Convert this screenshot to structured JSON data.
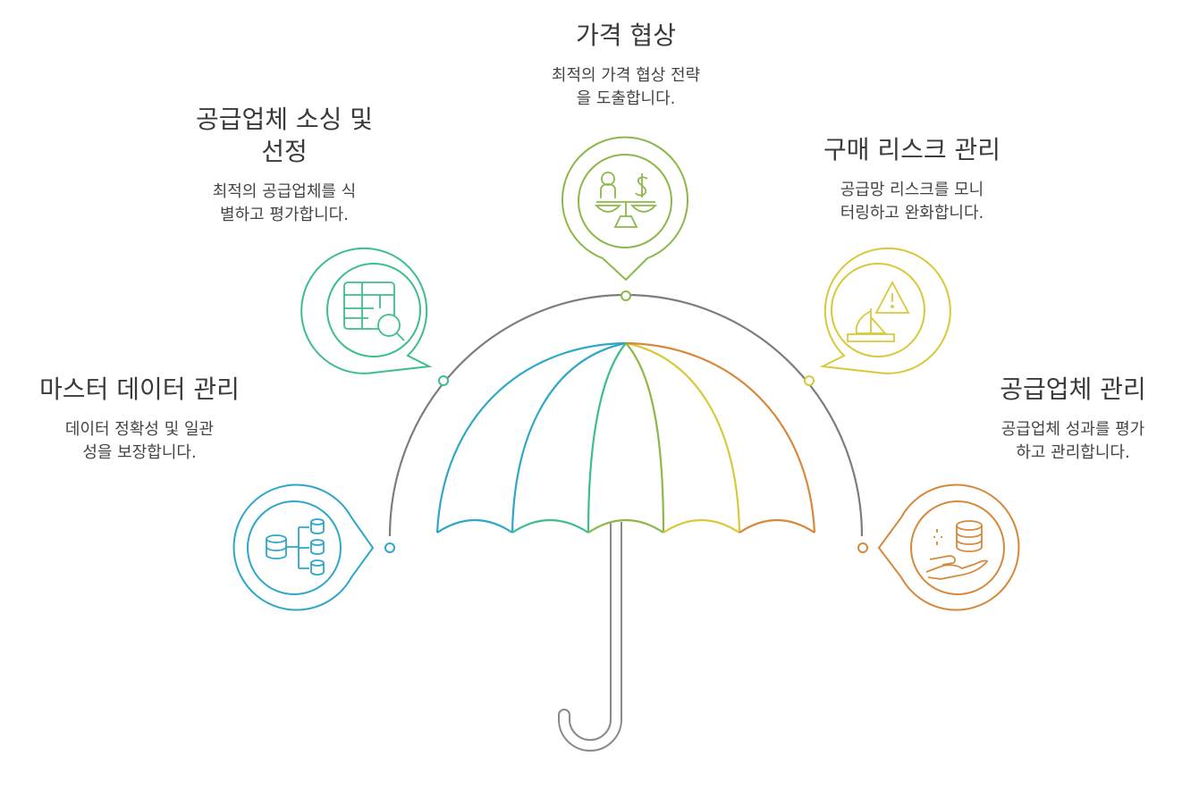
{
  "colors": {
    "handle": "#8a8a8a",
    "arc": "#7d7d7d",
    "blue": "#2ea7c9",
    "teal": "#3dbf8a",
    "green": "#8cb84a",
    "yellow": "#d8c93a",
    "orange": "#d6893a"
  },
  "icons": {
    "master_data": "database-network-icon",
    "sourcing": "spreadsheet-search-icon",
    "negotiation": "person-scale-dollar-icon",
    "risk": "warning-boat-icon",
    "supplier": "hand-database-icon"
  },
  "sections": {
    "master_data": {
      "title": "마스터 데이터 관리",
      "desc1": "데이터 정확성 및 일관",
      "desc2": "성을 보장합니다."
    },
    "sourcing": {
      "title1": "공급업체 소싱 및",
      "title2": "선정",
      "desc1": "최적의 공급업체를 식",
      "desc2": "별하고 평가합니다."
    },
    "negotiation": {
      "title": "가격 협상",
      "desc1": "최적의 가격 협상 전략",
      "desc2": "을 도출합니다."
    },
    "risk": {
      "title": "구매 리스크 관리",
      "desc1": "공급망 리스크를 모니",
      "desc2": "터링하고 완화합니다."
    },
    "supplier": {
      "title": "공급업체 관리",
      "desc1": "공급업체 성과를 평가",
      "desc2": "하고 관리합니다."
    }
  }
}
